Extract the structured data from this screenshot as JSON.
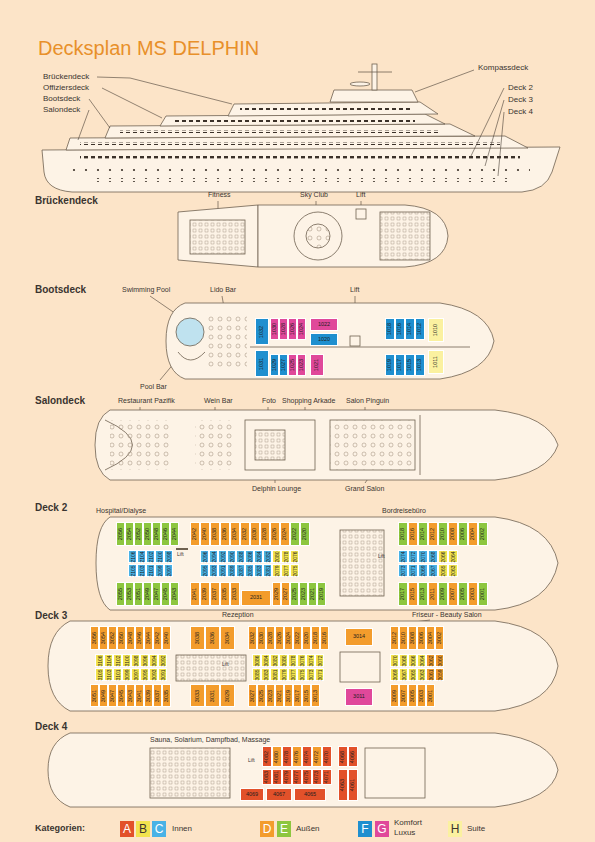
{
  "diagram": {
    "title": "Decksplan MS DELPHIN",
    "nodes": [
      {
        "text": [
          "1032"
        ]
      },
      {
        "text": [
          "1030"
        ]
      },
      {
        "text": [
          "1028"
        ]
      },
      {
        "text": [
          "1026"
        ]
      },
      {
        "text": [
          "1024"
        ]
      },
      {
        "text": [
          "1022"
        ]
      },
      {
        "text": [
          "1020"
        ]
      },
      {
        "text": [
          "1031"
        ]
      },
      {
        "text": [
          "1029"
        ]
      },
      {
        "text": [
          "1027"
        ]
      },
      {
        "text": [
          "1025"
        ]
      },
      {
        "text": [
          "1023"
        ]
      },
      {
        "text": [
          "1021"
        ]
      },
      {
        "text": [
          "1018"
        ]
      },
      {
        "text": [
          "1016"
        ]
      },
      {
        "text": [
          "1014"
        ]
      },
      {
        "text": [
          "1012"
        ]
      },
      {
        "text": [
          "1010"
        ]
      },
      {
        "text": [
          "1019"
        ]
      },
      {
        "text": [
          "1017"
        ]
      },
      {
        "text": [
          "1015"
        ]
      },
      {
        "text": [
          "1013"
        ]
      },
      {
        "text": [
          "1011"
        ]
      },
      {
        "text": [
          "2056"
        ]
      },
      {
        "text": [
          "2054"
        ]
      },
      {
        "text": [
          "2052"
        ]
      },
      {
        "text": [
          "2050"
        ]
      },
      {
        "text": [
          "2048"
        ]
      },
      {
        "text": [
          "2046"
        ]
      },
      {
        "text": [
          "2044"
        ]
      },
      {
        "text": [
          "2042"
        ]
      },
      {
        "text": [
          "2040"
        ]
      },
      {
        "text": [
          "2038"
        ]
      },
      {
        "text": [
          "2036"
        ]
      },
      {
        "text": [
          "2034"
        ]
      },
      {
        "text": [
          "2032"
        ]
      },
      {
        "text": [
          "2030"
        ]
      },
      {
        "text": [
          "2028"
        ]
      },
      {
        "text": [
          "2026"
        ]
      },
      {
        "text": [
          "2024"
        ]
      },
      {
        "text": [
          "2022"
        ]
      },
      {
        "text": [
          "2020"
        ]
      },
      {
        "text": [
          "2018"
        ]
      },
      {
        "text": [
          "2016"
        ]
      },
      {
        "text": [
          "2014"
        ]
      },
      {
        "text": [
          "2012"
        ]
      },
      {
        "text": [
          "2010"
        ]
      },
      {
        "text": [
          "2008"
        ]
      },
      {
        "text": [
          "2006"
        ]
      },
      {
        "text": [
          "2004"
        ]
      },
      {
        "text": [
          "2002"
        ]
      },
      {
        "text": [
          "2106"
        ]
      },
      {
        "text": [
          "2104"
        ]
      },
      {
        "text": [
          "2102"
        ]
      },
      {
        "text": [
          "2100"
        ]
      },
      {
        "text": [
          "2098"
        ]
      },
      {
        "text": [
          "2096"
        ]
      },
      {
        "text": [
          "2094"
        ]
      },
      {
        "text": [
          "2092"
        ]
      },
      {
        "text": [
          "2090"
        ]
      },
      {
        "text": [
          "2088"
        ]
      },
      {
        "text": [
          "2086"
        ]
      },
      {
        "text": [
          "2084"
        ]
      },
      {
        "text": [
          "2082"
        ]
      },
      {
        "text": [
          "2080"
        ]
      },
      {
        "text": [
          "2078"
        ]
      },
      {
        "text": [
          "2076"
        ]
      },
      {
        "text": [
          "2074"
        ]
      },
      {
        "text": [
          "2072"
        ]
      },
      {
        "text": [
          "2070"
        ]
      },
      {
        "text": [
          "2068"
        ]
      },
      {
        "text": [
          "2066"
        ]
      },
      {
        "text": [
          "2064"
        ]
      },
      {
        "text": [
          "2105"
        ]
      },
      {
        "text": [
          "2103"
        ]
      },
      {
        "text": [
          "2101"
        ]
      },
      {
        "text": [
          "2099"
        ]
      },
      {
        "text": [
          "2097"
        ]
      },
      {
        "text": [
          "2095"
        ]
      },
      {
        "text": [
          "2093"
        ]
      },
      {
        "text": [
          "2091"
        ]
      },
      {
        "text": [
          "2089"
        ]
      },
      {
        "text": [
          "2087"
        ]
      },
      {
        "text": [
          "2085"
        ]
      },
      {
        "text": [
          "2083"
        ]
      },
      {
        "text": [
          "2081"
        ]
      },
      {
        "text": [
          "2079"
        ]
      },
      {
        "text": [
          "2077"
        ]
      },
      {
        "text": [
          "2075"
        ]
      },
      {
        "text": [
          "2073"
        ]
      },
      {
        "text": [
          "2071"
        ]
      },
      {
        "text": [
          "2069"
        ]
      },
      {
        "text": [
          "2067"
        ]
      },
      {
        "text": [
          "2065"
        ]
      },
      {
        "text": [
          "2063"
        ]
      },
      {
        "text": [
          "2055"
        ]
      },
      {
        "text": [
          "2053"
        ]
      },
      {
        "text": [
          "2051"
        ]
      },
      {
        "text": [
          "2049"
        ]
      },
      {
        "text": [
          "2047"
        ]
      },
      {
        "text": [
          "2045"
        ]
      },
      {
        "text": [
          "2043"
        ]
      },
      {
        "text": [
          "2041"
        ]
      },
      {
        "text": [
          "2039"
        ]
      },
      {
        "text": [
          "2037"
        ]
      },
      {
        "text": [
          "2035"
        ]
      },
      {
        "text": [
          "2033"
        ]
      },
      {
        "text": [
          "2031"
        ]
      },
      {
        "text": [
          "2029"
        ]
      },
      {
        "text": [
          "2027"
        ]
      },
      {
        "text": [
          "2025"
        ]
      },
      {
        "text": [
          "2023"
        ]
      },
      {
        "text": [
          "2021"
        ]
      },
      {
        "text": [
          "2019"
        ]
      },
      {
        "text": [
          "2017"
        ]
      },
      {
        "text": [
          "2015"
        ]
      },
      {
        "text": [
          "2013"
        ]
      },
      {
        "text": [
          "2011"
        ]
      },
      {
        "text": [
          "2009"
        ]
      },
      {
        "text": [
          "2007"
        ]
      },
      {
        "text": [
          "2005"
        ]
      },
      {
        "text": [
          "2003"
        ]
      },
      {
        "text": [
          "2001"
        ]
      },
      {
        "text": [
          "3056"
        ]
      },
      {
        "text": [
          "3054"
        ]
      },
      {
        "text": [
          "3052"
        ]
      },
      {
        "text": [
          "3050"
        ]
      },
      {
        "text": [
          "3048"
        ]
      },
      {
        "text": [
          "3046"
        ]
      },
      {
        "text": [
          "3044"
        ]
      },
      {
        "text": [
          "3042"
        ]
      },
      {
        "text": [
          "3040"
        ]
      },
      {
        "text": [
          "3038"
        ]
      },
      {
        "text": [
          "3036"
        ]
      },
      {
        "text": [
          "3034"
        ]
      },
      {
        "text": [
          "3032"
        ]
      },
      {
        "text": [
          "3030"
        ]
      },
      {
        "text": [
          "3028"
        ]
      },
      {
        "text": [
          "3026"
        ]
      },
      {
        "text": [
          "3024"
        ]
      },
      {
        "text": [
          "3022"
        ]
      },
      {
        "text": [
          "3020"
        ]
      },
      {
        "text": [
          "3018"
        ]
      },
      {
        "text": [
          "3016"
        ]
      },
      {
        "text": [
          "3014"
        ]
      },
      {
        "text": [
          "3012"
        ]
      },
      {
        "text": [
          "3010"
        ]
      },
      {
        "text": [
          "3008"
        ]
      },
      {
        "text": [
          "3006"
        ]
      },
      {
        "text": [
          "3004"
        ]
      },
      {
        "text": [
          "3002"
        ]
      },
      {
        "text": [
          "3106"
        ]
      },
      {
        "text": [
          "3104"
        ]
      },
      {
        "text": [
          "3102"
        ]
      },
      {
        "text": [
          "3100"
        ]
      },
      {
        "text": [
          "3098"
        ]
      },
      {
        "text": [
          "3096"
        ]
      },
      {
        "text": [
          "3094"
        ]
      },
      {
        "text": [
          "3092"
        ]
      },
      {
        "text": [
          "3086"
        ]
      },
      {
        "text": [
          "3084"
        ]
      },
      {
        "text": [
          "3082"
        ]
      },
      {
        "text": [
          "3080"
        ]
      },
      {
        "text": [
          "3078"
        ]
      },
      {
        "text": [
          "3076"
        ]
      },
      {
        "text": [
          "3074"
        ]
      },
      {
        "text": [
          "3072"
        ]
      },
      {
        "text": [
          "3070"
        ]
      },
      {
        "text": [
          "3068"
        ]
      },
      {
        "text": [
          "3066"
        ]
      },
      {
        "text": [
          "3064"
        ]
      },
      {
        "text": [
          "3062"
        ]
      },
      {
        "text": [
          "3060"
        ]
      },
      {
        "text": [
          "3105"
        ]
      },
      {
        "text": [
          "3103"
        ]
      },
      {
        "text": [
          "3101"
        ]
      },
      {
        "text": [
          "3099"
        ]
      },
      {
        "text": [
          "3097"
        ]
      },
      {
        "text": [
          "3095"
        ]
      },
      {
        "text": [
          "3093"
        ]
      },
      {
        "text": [
          "3091"
        ]
      },
      {
        "text": [
          "3085"
        ]
      },
      {
        "text": [
          "3083"
        ]
      },
      {
        "text": [
          "3081"
        ]
      },
      {
        "text": [
          "3079"
        ]
      },
      {
        "text": [
          "3077"
        ]
      },
      {
        "text": [
          "3075"
        ]
      },
      {
        "text": [
          "3073"
        ]
      },
      {
        "text": [
          "3071"
        ]
      },
      {
        "text": [
          "3069"
        ]
      },
      {
        "text": [
          "3067"
        ]
      },
      {
        "text": [
          "3065"
        ]
      },
      {
        "text": [
          "3063"
        ]
      },
      {
        "text": [
          "3061"
        ]
      },
      {
        "text": [
          "3059"
        ]
      },
      {
        "text": [
          "3051"
        ]
      },
      {
        "text": [
          "3049"
        ]
      },
      {
        "text": [
          "3047"
        ]
      },
      {
        "text": [
          "3045"
        ]
      },
      {
        "text": [
          "3043"
        ]
      },
      {
        "text": [
          "3041"
        ]
      },
      {
        "text": [
          "3039"
        ]
      },
      {
        "text": [
          "3037"
        ]
      },
      {
        "text": [
          "3035"
        ]
      },
      {
        "text": [
          "3033"
        ]
      },
      {
        "text": [
          "3031"
        ]
      },
      {
        "text": [
          "3029"
        ]
      },
      {
        "text": [
          "3027"
        ]
      },
      {
        "text": [
          "3025"
        ]
      },
      {
        "text": [
          "3023"
        ]
      },
      {
        "text": [
          "3021"
        ]
      },
      {
        "text": [
          "3019"
        ]
      },
      {
        "text": [
          "3017"
        ]
      },
      {
        "text": [
          "3015"
        ]
      },
      {
        "text": [
          "3013"
        ]
      },
      {
        "text": [
          "3011"
        ]
      },
      {
        "text": [
          "3009"
        ]
      },
      {
        "text": [
          "3007"
        ]
      },
      {
        "text": [
          "3005"
        ]
      },
      {
        "text": [
          "3003"
        ]
      },
      {
        "text": [
          "3001"
        ]
      },
      {
        "text": [
          "4082"
        ]
      },
      {
        "text": [
          "4080"
        ]
      },
      {
        "text": [
          "4078"
        ]
      },
      {
        "text": [
          "4076"
        ]
      },
      {
        "text": [
          "4074"
        ]
      },
      {
        "text": [
          "4072"
        ]
      },
      {
        "text": [
          "4070"
        ]
      },
      {
        "text": [
          "4068"
        ]
      },
      {
        "text": [
          "4066"
        ]
      },
      {
        "text": [
          "4083"
        ]
      },
      {
        "text": [
          "4081"
        ]
      },
      {
        "text": [
          "4079"
        ]
      },
      {
        "text": [
          "4077"
        ]
      },
      {
        "text": [
          "4075"
        ]
      },
      {
        "text": [
          "4073"
        ]
      },
      {
        "text": [
          "4071"
        ]
      },
      {
        "text": [
          "4069"
        ]
      },
      {
        "text": [
          "4067"
        ]
      },
      {
        "text": [
          "4065"
        ]
      },
      {
        "text": [
          "4063"
        ]
      },
      {
        "text": [
          "4061"
        ]
      }
    ],
    "labels": [
      "Brückendeck",
      "Offiziersdeck",
      "Bootsdeck",
      "Salondeck",
      "Kompassdeck",
      "Deck 2",
      "Deck 3",
      "Deck 4",
      "Brückendeck",
      "Fitness",
      "Sky Club",
      "Lift",
      "Bootsdeck",
      "Swimming Pool",
      "Lido Bar",
      "Lift",
      "Pool Bar",
      "Salondeck",
      "Restaurant Pazifik",
      "Wein Bar",
      "Foto",
      "Shopping Arkade",
      "Salon Pinguin",
      "Delphin Lounge",
      "Grand Salon",
      "Deck 2",
      "Hospital/Dialyse",
      "Bordreisebüro",
      "Rezeption",
      "Lift",
      "Lift",
      "Deck 3",
      "Friseur - Beauty Salon",
      "Lift",
      "Deck 4",
      "Sauna, Solarium, Dampfbad, Massage",
      "Lift",
      "Kategorien:",
      "Innen",
      "Außen",
      "Komfort",
      "Luxus",
      "Suite"
    ],
    "legend": [
      {
        "text": "A",
        "color": "#e2512a"
      },
      {
        "text": "B",
        "color": "#f2e34e"
      },
      {
        "text": "C",
        "color": "#49b2e6"
      },
      {
        "text": "D",
        "color": "#f39c2c"
      },
      {
        "text": "E",
        "color": "#8dc63f"
      },
      {
        "text": "F",
        "color": "#1f8fcf"
      },
      {
        "text": "G",
        "color": "#e0489a"
      },
      {
        "text": "H",
        "color": "#fbf1a0"
      }
    ]
  }
}
